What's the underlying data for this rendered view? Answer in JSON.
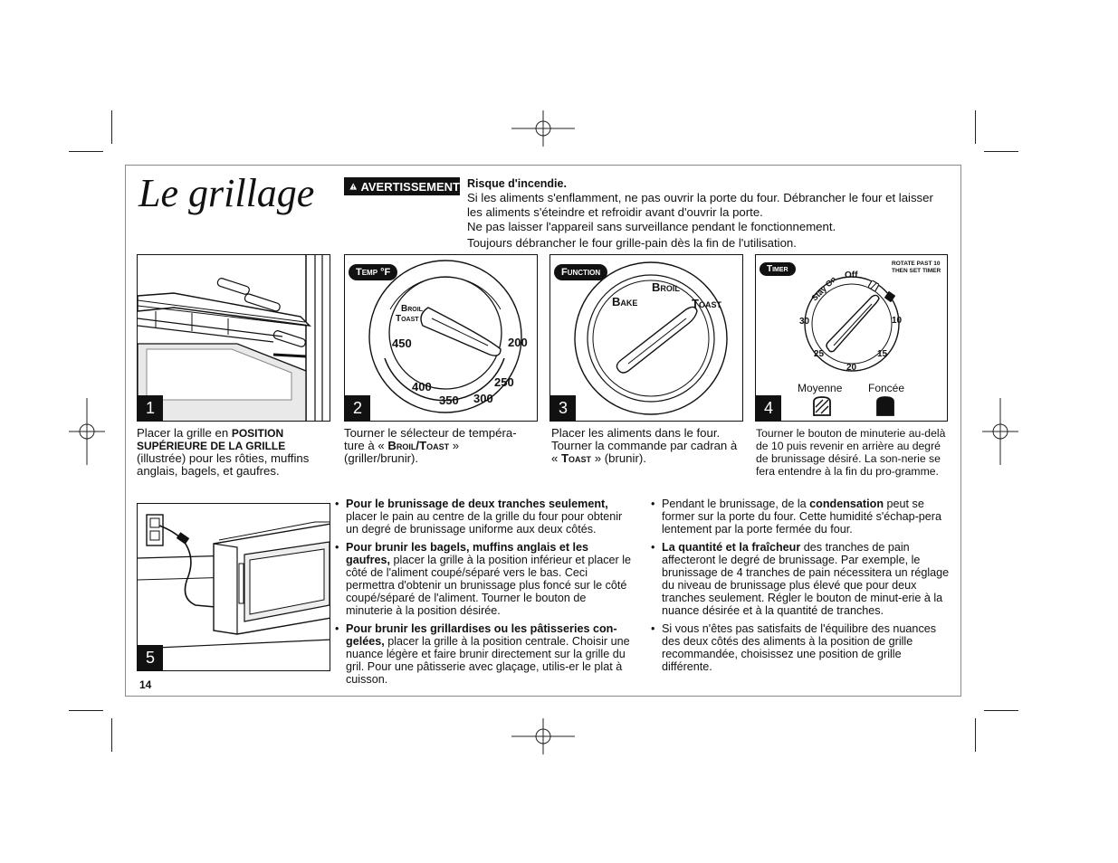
{
  "page": {
    "title": "Le grillage",
    "page_number": "14"
  },
  "warning": {
    "badge": "AVERTISSEMENT",
    "icon": "warning-triangle-icon",
    "heading": "Risque d'incendie.",
    "lines": [
      "Si les aliments s'enflamment, ne pas ouvrir la porte du four. Débrancher le four et laisser les aliments s'éteindre et refroidir avant d'ouvrir la porte.",
      "Ne pas laisser l'appareil sans surveillance pendant le fonctionnement.",
      "Toujours débrancher le four grille-pain dès la fin de l'utilisation."
    ]
  },
  "steps": [
    {
      "number": "1",
      "caption_a": "Placer la grille en ",
      "caption_b": "POSITION SUPÉRIEURE DE LA GRILLE",
      "caption_c": " (illustrée) pour les rôties, muffins anglais, bagels, et gaufres."
    },
    {
      "number": "2",
      "dial_tag": "Temp °F",
      "dial_labels": [
        "Broil",
        "Toast",
        "450",
        "400",
        "350",
        "300",
        "250",
        "200"
      ],
      "caption_a": "Tourner le sélecteur de tempéra-ture à « ",
      "caption_b": "Broil/Toast",
      "caption_c": " » (griller/brunir)."
    },
    {
      "number": "3",
      "dial_tag": "Function",
      "dial_labels": [
        "Broil",
        "Bake",
        "Toast"
      ],
      "caption_a": "Placer les aliments dans le four. Tourner la commande par cadran à « ",
      "caption_b": "Toast",
      "caption_c": " » (brunir)."
    },
    {
      "number": "4",
      "dial_tag": "Timer",
      "note": "ROTATE PAST 10 THEN SET TIMER",
      "dial_labels": [
        "Stay On",
        "Off",
        "10",
        "15",
        "20",
        "25",
        "30"
      ],
      "shade_labels": [
        "Moyenne",
        "Foncée"
      ],
      "caption": "Tourner le bouton de minuterie au-delà de 10 puis revenir en arrière au degré de brunissage désiré. La son-nerie se fera entendre à la fin du pro-gramme."
    },
    {
      "number": "5"
    }
  ],
  "tips_col1": [
    {
      "bold": "Pour le brunissage de deux tranches seulement,",
      "text": " placer le pain au centre de la grille du four pour obtenir un degré de brunissage uniforme aux deux côtés."
    },
    {
      "bold": "Pour brunir les bagels, muffins anglais et les gaufres,",
      "text": " placer la grille à la position inférieur et placer le côté de l'aliment coupé/séparé vers le bas. Ceci permettra d'obtenir un brunissage plus foncé sur le côté coupé/séparé de l'aliment. Tourner le bouton de minuterie à la position désirée."
    },
    {
      "bold": "Pour brunir les grillardises ou les pâtisseries con-gelées,",
      "text": " placer la grille à la position centrale. Choisir une nuance légère et faire brunir directement sur la grille du gril. Pour une pâtisserie avec glaçage, utilis-er le plat à cuisson."
    }
  ],
  "tips_col2": [
    {
      "pre": "Pendant le brunissage, de la ",
      "bold": "condensation",
      "text": " peut se former sur la porte du four. Cette humidité s'échap-pera lentement par la porte fermée du four."
    },
    {
      "pre": "",
      "bold": "La quantité et la fraîcheur",
      "text": " des tranches de pain affecteront le degré de brunissage. Par exemple, le brunissage de 4 tranches de pain nécessitera un réglage du niveau de brunissage plus élevé que pour deux tranches seulement. Régler le bouton de minut-erie à la nuance désirée et à la quantité de tranches."
    },
    {
      "pre": "",
      "bold": "",
      "text": "Si vous n'êtes pas satisfaits de l'équilibre des nuances des deux côtés des aliments à la position de grille recommandée, choisissez une position de grille différente."
    }
  ]
}
